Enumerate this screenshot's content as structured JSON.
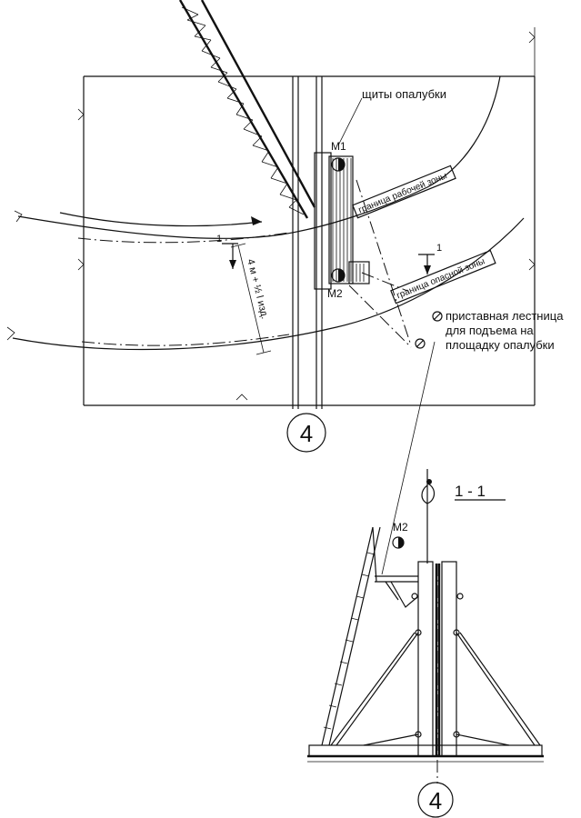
{
  "labels": {
    "formwork_panels": "щиты опалубки",
    "work_zone": "граница рабочей зоны",
    "danger_zone": "граница опасной зоны",
    "ladder_line1": "приставная лестница",
    "ladder_line2": "для подъема на",
    "ladder_line3": "площадку опалубки",
    "marker_m1": "М1",
    "marker_m2": "М2",
    "marker_m2_section": "М2",
    "section_mark_left": "1",
    "section_mark_right": "1",
    "dimension": "4 м + ½ l изд.",
    "section_title": "1 - 1",
    "axis_top": "4",
    "axis_bottom": "4"
  },
  "icons": {
    "crane": "crane-boom-truss",
    "ladder": "ladder-icon",
    "marker": "half-filled-circle-marker",
    "no_pass": "prohibition-circle"
  }
}
